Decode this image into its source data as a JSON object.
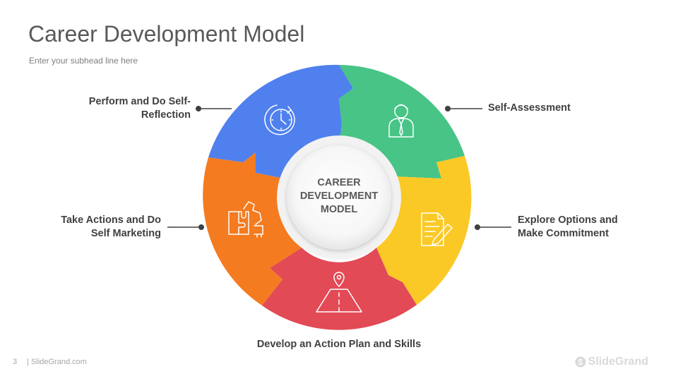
{
  "header": {
    "title": "Career Development Model",
    "subtitle": "Enter your subhead line here"
  },
  "diagram": {
    "center_lines": [
      "CAREER",
      "DEVELOPMENT",
      "MODEL"
    ],
    "stages": [
      {
        "label_lines": [
          "Self-Assessment"
        ],
        "color": "#47c486",
        "icon": "businessman-icon"
      },
      {
        "label_lines": [
          "Explore Options and",
          "Make Commitment"
        ],
        "color": "#fbc926",
        "icon": "document-pencil-icon"
      },
      {
        "label_lines": [
          "Develop an Action Plan and Skills"
        ],
        "color": "#e24a56",
        "icon": "road-location-icon"
      },
      {
        "label_lines": [
          "Take Actions and Do",
          "Self Marketing"
        ],
        "color": "#f47b20",
        "icon": "puzzle-icon"
      },
      {
        "label_lines": [
          "Perform and Do Self-",
          "Reflection"
        ],
        "color": "#4f80ed",
        "icon": "clock-icon"
      }
    ]
  },
  "footer": {
    "page_number": "3",
    "source": "| SlideGrand.com",
    "brand": "SlideGrand"
  }
}
